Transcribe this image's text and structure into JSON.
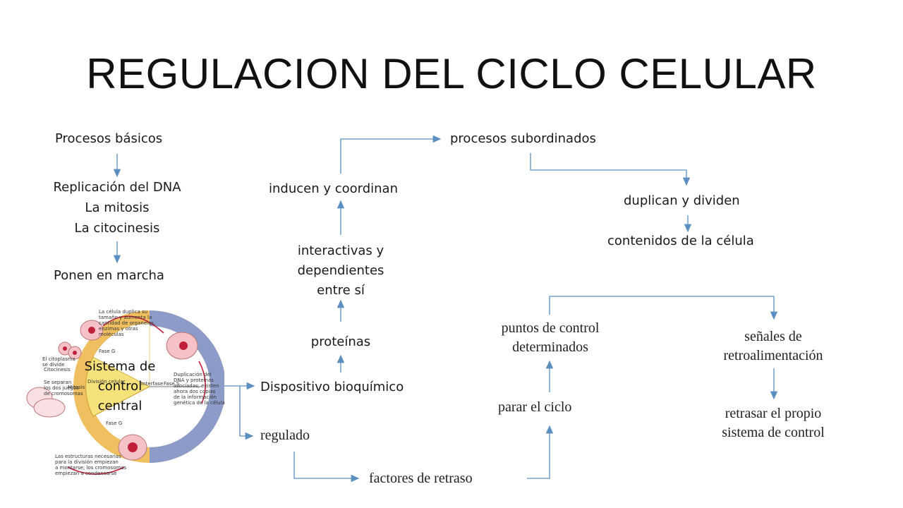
{
  "title": "REGULACION DEL CICLO CELULAR",
  "left": {
    "procesos": "Procesos básicos",
    "replicacion": "Replicación del DNA",
    "mitosis": "La mitosis",
    "citocinesis": "La citocinesis",
    "ponen": "Ponen en marcha"
  },
  "figure": {
    "sistema": [
      "Sistema de",
      "control",
      "central"
    ],
    "fase_g_top": "Fase G",
    "fase_s": "Fase S",
    "fase_g_bottom": "Fase G",
    "mitosis": "Mitosis",
    "division": "División celular",
    "interfase": "Interfase",
    "citocinesis": "Citocinesis",
    "note_top": [
      "La célula duplica su",
      "tamaño y aumenta la",
      "cantidad de organelas,",
      "enzimas y otras",
      "moléculas"
    ],
    "note_left1": [
      "El citoplasma",
      "se divide"
    ],
    "note_left2": [
      "Se separan",
      "los dos juegos",
      "de cromosomas"
    ],
    "note_right": [
      "Duplicación del",
      "DNA y proteínas",
      "asociadas; existen",
      "ahora dos copias",
      "de la información",
      "genética de la célula"
    ],
    "note_bottom": [
      "Las estructuras necesarias",
      "para la división empiezan",
      "a montarse; los cromosomas",
      "empiezan a condensarse"
    ]
  },
  "middle": {
    "dispositivo": "Dispositivo bioquímico",
    "proteinas": "proteínas",
    "interactivas": [
      "interactivas y",
      "dependientes",
      "entre sí"
    ],
    "inducen": "inducen y coordinan",
    "subordinados": "procesos subordinados",
    "regulado": "regulado",
    "factores": "factores de retraso"
  },
  "right": {
    "duplican": "duplican y dividen",
    "contenidos": "contenidos de la célula",
    "puntos": [
      "puntos de control",
      "determinados"
    ],
    "parar": "parar el ciclo",
    "senales": [
      "señales de",
      "retroalimentación"
    ],
    "retrasar": [
      "retrasar el propio",
      "sistema de control"
    ]
  },
  "colors": {
    "arrow": "#5b8fc0",
    "cell": "#e8a0a8",
    "nucleus": "#c0203a",
    "ring": "#f0c060",
    "ring_s": "#8d9bc9"
  }
}
